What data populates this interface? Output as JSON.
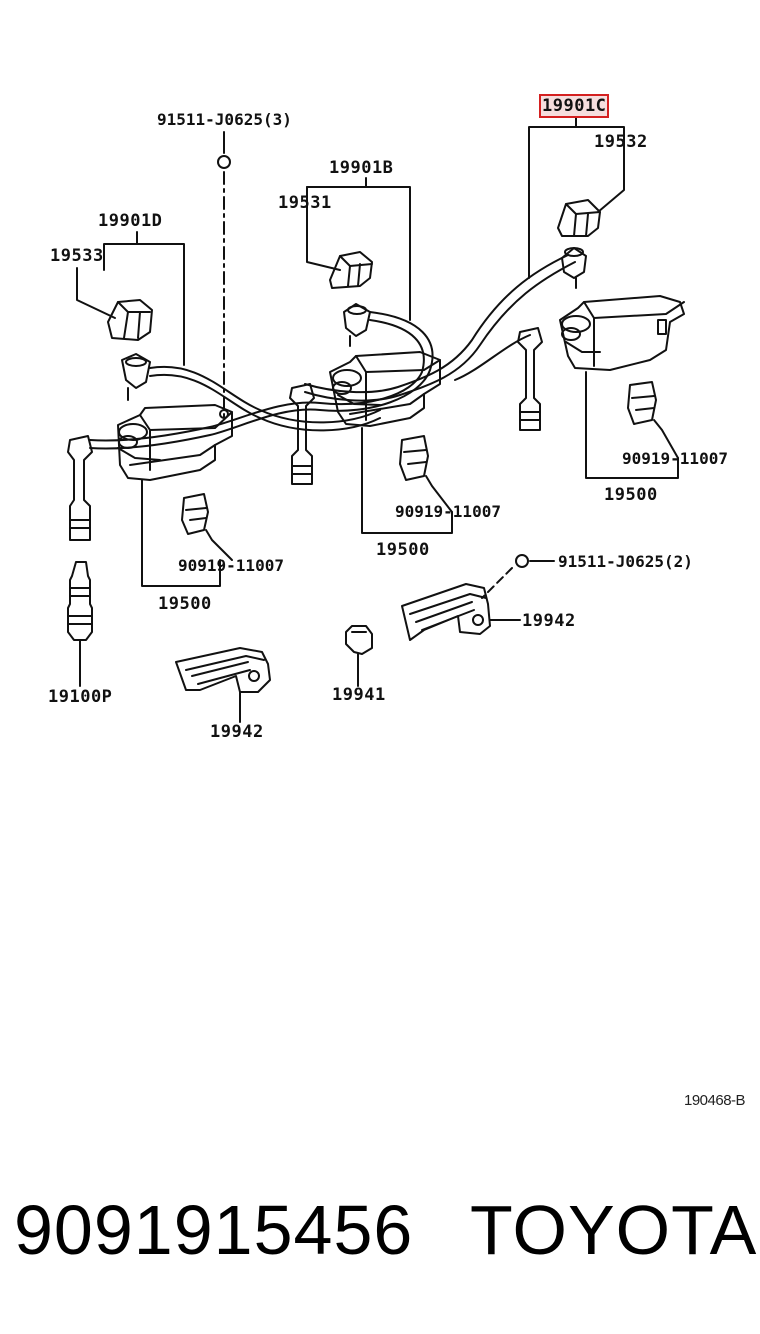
{
  "callouts": {
    "bolt_top": "91511-J0625(3)",
    "bolt_right": "91511-J0625(2)",
    "cord_b": "19901B",
    "cord_c": "19901C",
    "cord_d": "19901D",
    "boot_533": "19533",
    "boot_531": "19531",
    "boot_532": "19532",
    "coil_left": "19500",
    "coil_center": "19500",
    "coil_right": "19500",
    "sensor_left": "90919-11007",
    "sensor_center": "90919-11007",
    "sensor_right": "90919-11007",
    "spark_plug": "19100P",
    "clamp_left": "19942",
    "clamp_right": "19942",
    "clip": "19941"
  },
  "highlighted_part": "19901C",
  "figure_code": "190468-B",
  "footer": {
    "part_number": "9091915456",
    "brand": "TOYOTA"
  },
  "colors": {
    "line": "#111111",
    "highlight_border": "#d42020",
    "highlight_fill": "#f6dede"
  }
}
